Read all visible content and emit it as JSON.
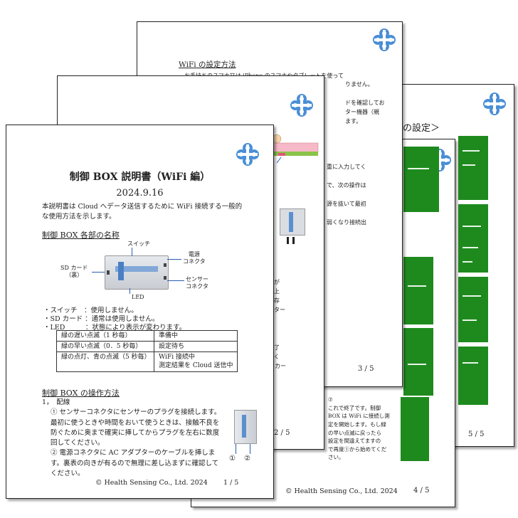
{
  "page1": {
    "title": "制御 BOX 説明書（WiFi 編）",
    "date": "2024.9.16",
    "intro": "本説明書は Cloud へデータ送信するために WiFi 接続する一般的な使用方法を示します。",
    "section_parts": "制御 BOX 各部の名称",
    "labels": {
      "switch": "スイッチ",
      "power": "電源\nコネクタ",
      "sd": "SD カード\n（裏）",
      "sensor": "センサー\nコネクタ",
      "led": "LED"
    },
    "status_lines": [
      "・スイッチ　：使用しません。",
      "・SD カード ：通常は使用しません。",
      "・LED　　　：状態により表示が変わります。"
    ],
    "led_table": [
      [
        "緑の遅い点滅（1 秒毎）",
        "準備中"
      ],
      [
        "緑の早い点滅（0．5 秒毎）",
        "設定待ち"
      ],
      [
        "緑の点灯、青の点滅（5 秒毎）",
        "WiFi 接続中\n測定結果を Cloud 送信中"
      ]
    ],
    "section_ops": "制御 BOX の操作方法",
    "ops_heading": "1，　配線",
    "ops_items": [
      "① センサーコネクタにセンサーのプラグを接続します。最初に使うときや時間をおいて使うときは、接触不良を防ぐために奥まで確実に挿してからプラグを左右に数度回してください。",
      "② 電源コネクタに AC アダプターのケーブルを挿します。裏表の向きが有るので無理に差し込まずに確認してください。"
    ],
    "circle_labels": [
      "①",
      "②"
    ],
    "footer": "© Health Sensing Co., Ltd. 2024",
    "page_number": "1 / 5"
  },
  "page2": {
    "page_number": "2 / 5",
    "partial_lines": [
      "青が",
      "ド上",
      "保存",
      "プター"
    ],
    "partial_lines_b": [
      "終了",
      "てく",
      "D カー"
    ]
  },
  "page3": {
    "heading": "WiFi の設定方法",
    "lines": [
      "お手持ちのスマホ又は iPhone のスマホやタブレットを使って",
      "りません。",
      "ドを確認してお",
      "ター機器（親",
      "ます。",
      "重に入力してく",
      "で、次の操作は",
      "源を抜いて最初",
      "弱くなり接続出"
    ],
    "page_number": "3 / 5"
  },
  "page4": {
    "text": "⑦\nこれで終了です。制御\nBOX は WiFi に接続し測\n定を開始します。もし緑\nの早い点滅に戻ったら\n設定を間違えてますの\nで再度①から始めてくだ\nさい。",
    "footer": "© Health Sensing Co., Ltd. 2024",
    "page_number": "4 / 5"
  },
  "page5": {
    "heading": "の設定＞",
    "page_number": "5 / 5"
  },
  "colors": {
    "logo": "#4a8fd6",
    "green": "#1e8a1e",
    "text": "#222222"
  }
}
